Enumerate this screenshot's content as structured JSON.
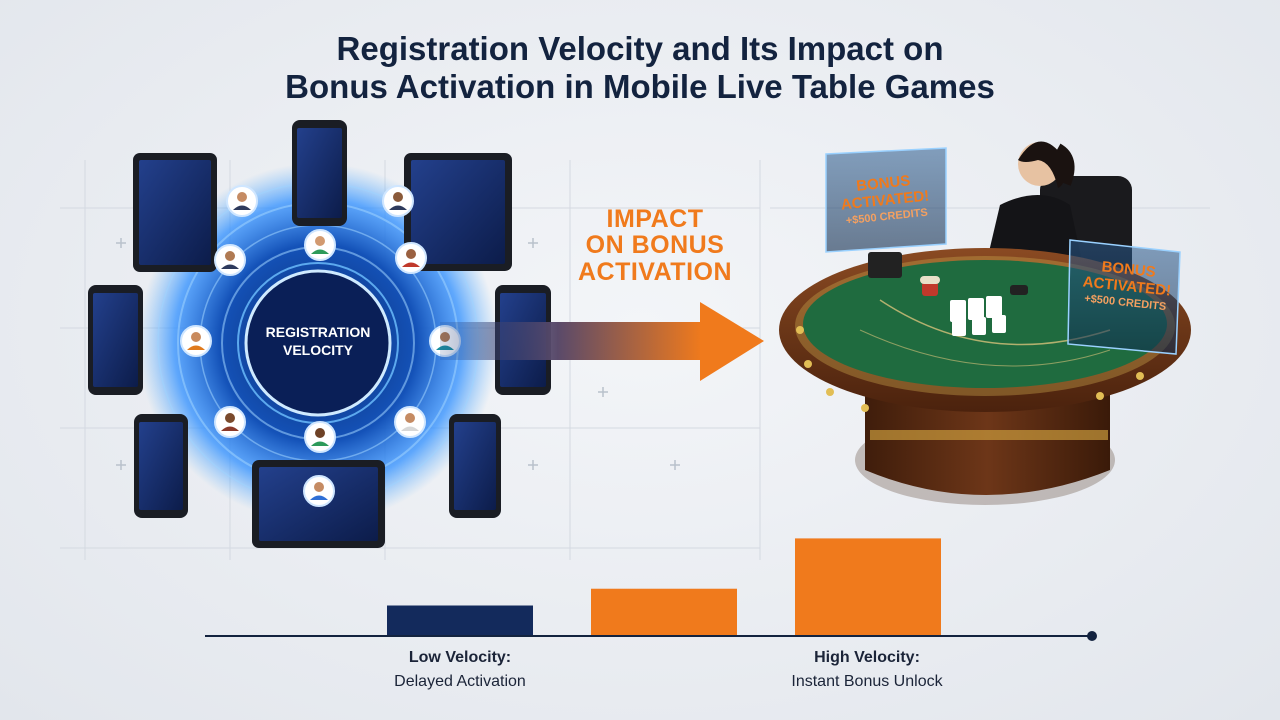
{
  "title": {
    "line1": "Registration Velocity and Its Impact on",
    "line2": "Bonus Activation in Mobile Live Table Games"
  },
  "hub_label": {
    "line1": "REGISTRATION",
    "line2": "VELOCITY"
  },
  "impact_label": {
    "line1": "IMPACT",
    "line2": "ON BONUS",
    "line3": "ACTIVATION"
  },
  "bonus_panels": [
    {
      "line1": "BONUS",
      "line2": "ACTIVATED!",
      "credits": "+$500 CREDITS"
    },
    {
      "line1": "BONUS",
      "line2": "ACTIVATED!",
      "credits": "+$500 CREDITS"
    }
  ],
  "chart_data": {
    "type": "bar",
    "categories": [
      "",
      "",
      ""
    ],
    "values": [
      1,
      1.55,
      3.2
    ],
    "bar_colors": [
      "#132a5c",
      "#f07a1c",
      "#f07a1c"
    ],
    "title": "",
    "xlabel": "",
    "ylabel": "",
    "grid": false,
    "annotations": [
      {
        "head": "Low Velocity:",
        "sub": "Delayed Activation"
      },
      {
        "head": "High Velocity:",
        "sub": "Instant Bonus Unlock"
      }
    ]
  },
  "colors": {
    "navy": "#13233f",
    "orange": "#f07a1c",
    "glow": "#2f8fff",
    "felt": "#1f6b3f",
    "wood": "#6b3416"
  }
}
